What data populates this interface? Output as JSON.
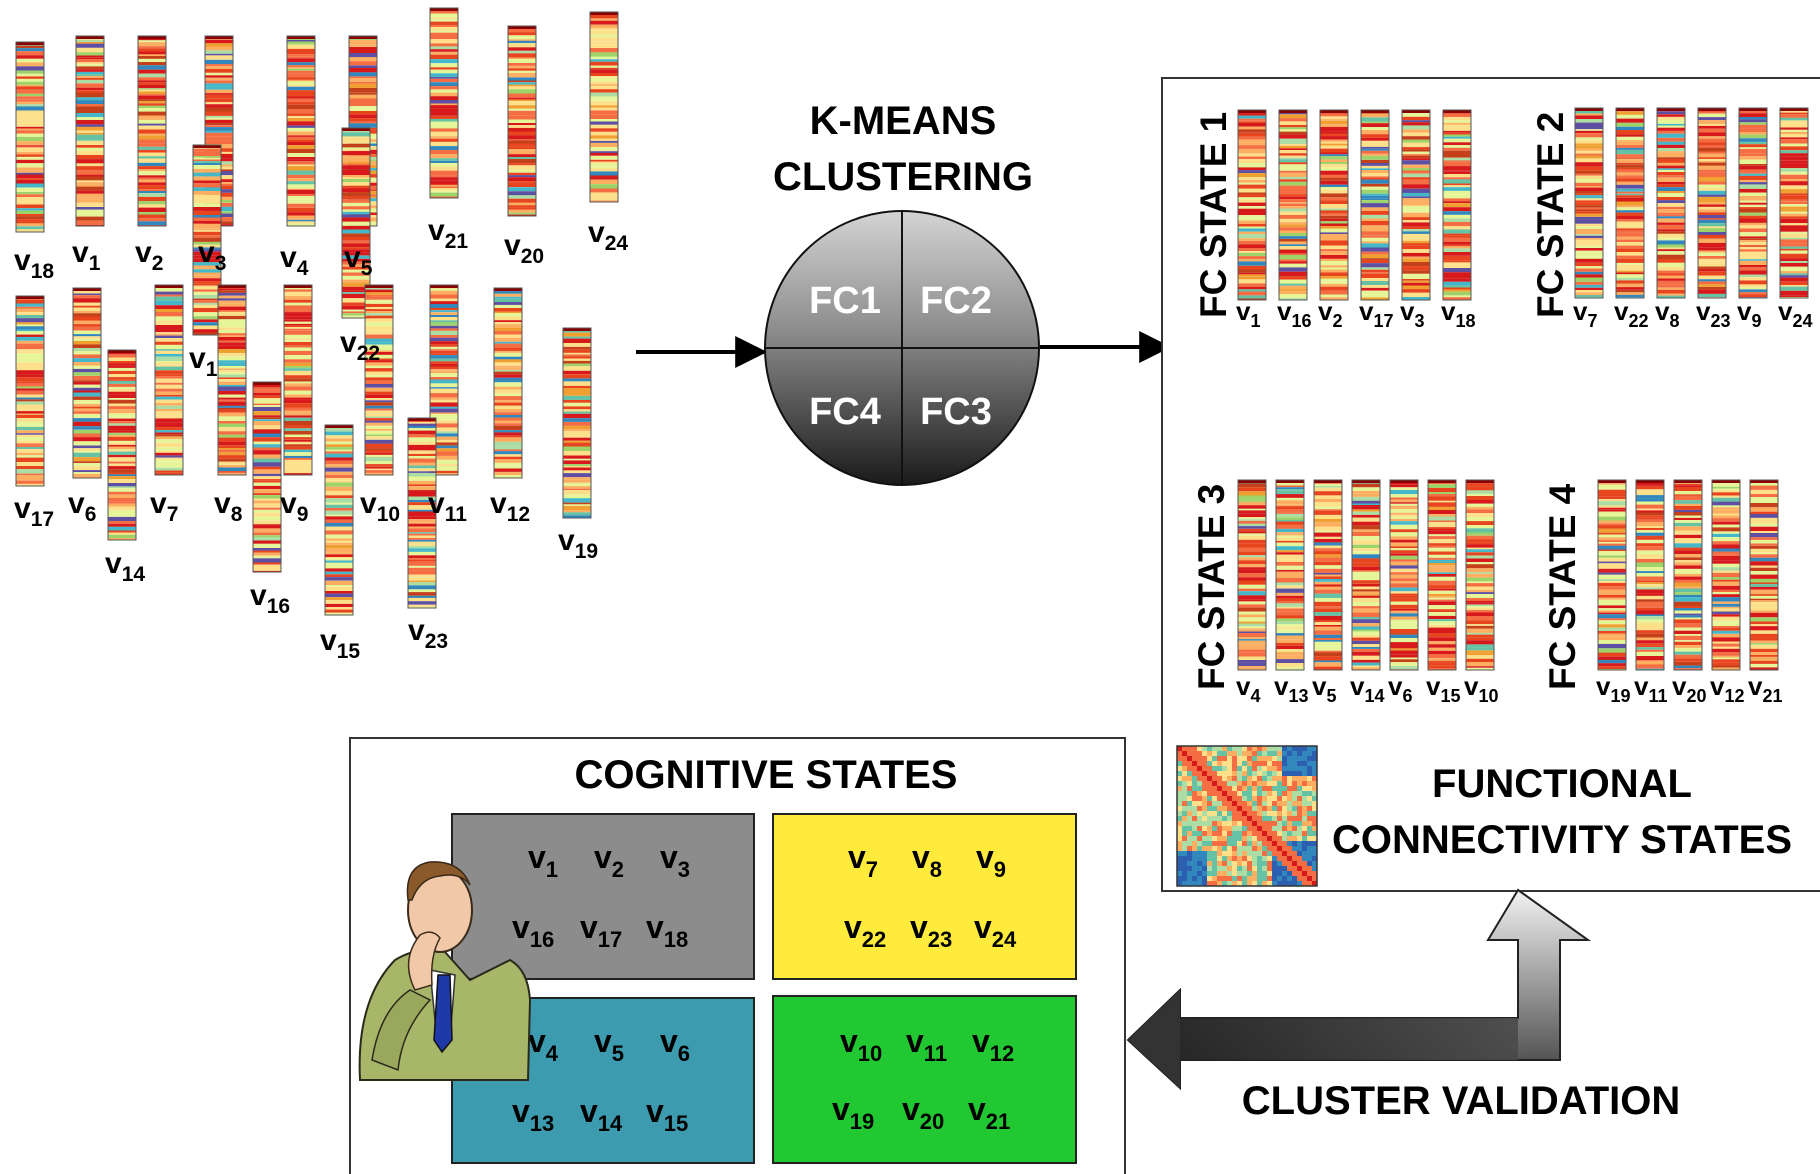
{
  "kmeans": {
    "title_line1": "K-MEANS",
    "title_line2": "CLUSTERING",
    "quadrants": [
      "FC1",
      "FC2",
      "FC4",
      "FC3"
    ]
  },
  "raw_vectors": [
    {
      "base": "v",
      "sub": "18"
    },
    {
      "base": "v",
      "sub": "1"
    },
    {
      "base": "v",
      "sub": "2"
    },
    {
      "base": "v",
      "sub": "3"
    },
    {
      "base": "v",
      "sub": "4"
    },
    {
      "base": "v",
      "sub": "5"
    },
    {
      "base": "v",
      "sub": "21"
    },
    {
      "base": "v",
      "sub": "20"
    },
    {
      "base": "v",
      "sub": "24"
    },
    {
      "base": "v",
      "sub": "1"
    },
    {
      "base": "v",
      "sub": "22"
    },
    {
      "base": "v",
      "sub": "17"
    },
    {
      "base": "v",
      "sub": "6"
    },
    {
      "base": "v",
      "sub": "14"
    },
    {
      "base": "v",
      "sub": "7"
    },
    {
      "base": "v",
      "sub": "8"
    },
    {
      "base": "v",
      "sub": "9"
    },
    {
      "base": "v",
      "sub": "16"
    },
    {
      "base": "v",
      "sub": "15"
    },
    {
      "base": "v",
      "sub": "10"
    },
    {
      "base": "v",
      "sub": "11"
    },
    {
      "base": "v",
      "sub": "23"
    },
    {
      "base": "v",
      "sub": "12"
    },
    {
      "base": "v",
      "sub": "19"
    }
  ],
  "fc_states": {
    "title_line1": "FUNCTIONAL",
    "title_line2": "CONNECTIVITY STATES",
    "states": [
      {
        "label": "FC STATE 1",
        "members": [
          "1",
          "16",
          "2",
          "17",
          "3",
          "18"
        ]
      },
      {
        "label": "FC STATE 2",
        "members": [
          "7",
          "22",
          "8",
          "23",
          "9",
          "24"
        ]
      },
      {
        "label": "FC STATE 3",
        "members": [
          "4",
          "13",
          "5",
          "14",
          "6",
          "15",
          "10"
        ]
      },
      {
        "label": "FC STATE 4",
        "members": [
          "19",
          "11",
          "20",
          "12",
          "21"
        ]
      }
    ]
  },
  "cognitive": {
    "title": "COGNITIVE STATES",
    "groups": [
      {
        "color": "#8c8c8c",
        "row1": [
          "1",
          "2",
          "3"
        ],
        "row2": [
          "16",
          "17",
          "18"
        ]
      },
      {
        "color": "#ffeb3b",
        "row1": [
          "7",
          "8",
          "9"
        ],
        "row2": [
          "22",
          "23",
          "24"
        ]
      },
      {
        "color": "#3d9bb0",
        "row1": [
          "4",
          "5",
          "6"
        ],
        "row2": [
          "13",
          "14",
          "15"
        ]
      },
      {
        "color": "#22c832",
        "row1": [
          "10",
          "11",
          "12"
        ],
        "row2": [
          "19",
          "20",
          "21"
        ]
      }
    ]
  },
  "cluster_validation": "CLUSTER VALIDATION"
}
